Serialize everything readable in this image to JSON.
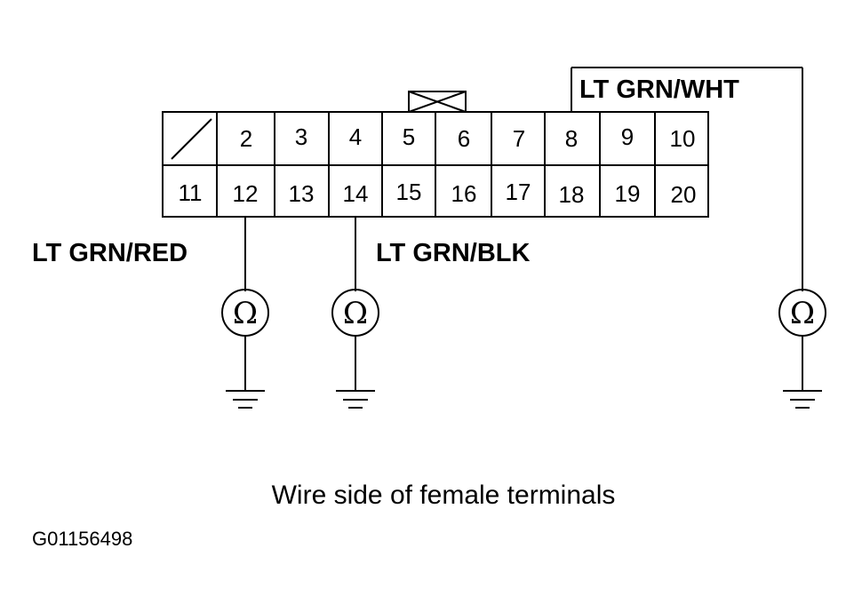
{
  "connector": {
    "top_row": [
      "",
      "2",
      "3",
      "4",
      "5",
      "6",
      "7",
      "8",
      "9",
      "10"
    ],
    "bottom_row": [
      "11",
      "12",
      "13",
      "14",
      "15",
      "16",
      "17",
      "18",
      "19",
      "20"
    ]
  },
  "wires": [
    {
      "label": "LT GRN/RED",
      "terminal": "12"
    },
    {
      "label": "LT GRN/BLK",
      "terminal": "14"
    },
    {
      "label": "LT GRN/WHT",
      "terminal": "8"
    }
  ],
  "meter_symbol": "Ω",
  "caption": "Wire side of female terminals",
  "figure_id": "G01156498"
}
